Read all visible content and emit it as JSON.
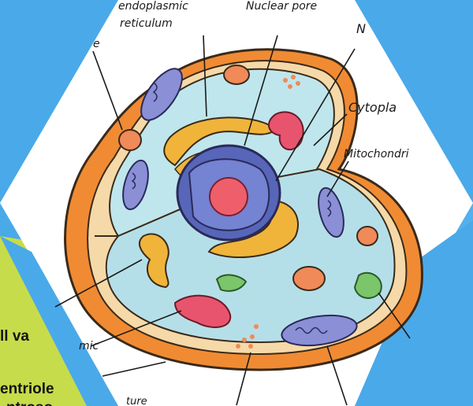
{
  "colors": {
    "background": "#4aa9e9",
    "hexagon_fill": "#ffffff",
    "side_panel": "#c6dc4a",
    "cell_outer": "#f08b33",
    "cytoplasm": "#bfe6ec",
    "nucleus": "#5766b8",
    "nucleolus": "#ef5f6b",
    "golgi": "#f0b43a",
    "mitochondria": "#8a8fd6",
    "lysosome": "#f08a58",
    "green_organelle": "#7bc56a",
    "pink_organelle": "#e8546e"
  },
  "labels": {
    "endoplasmic": "endoplasmic",
    "reticulum": "reticulum",
    "nuclear_pore": "Nuclear pore",
    "nucleus": "N",
    "cytoplasm": "Cytopla",
    "mitochondria": "Mitochondri",
    "top_left": "e",
    "lower_left_mic": "mic",
    "bottom_ture": "ture"
  },
  "side_panel": {
    "small_vacuole": "ll va",
    "centriole": "entriole",
    "centrosome": "ntroso"
  }
}
